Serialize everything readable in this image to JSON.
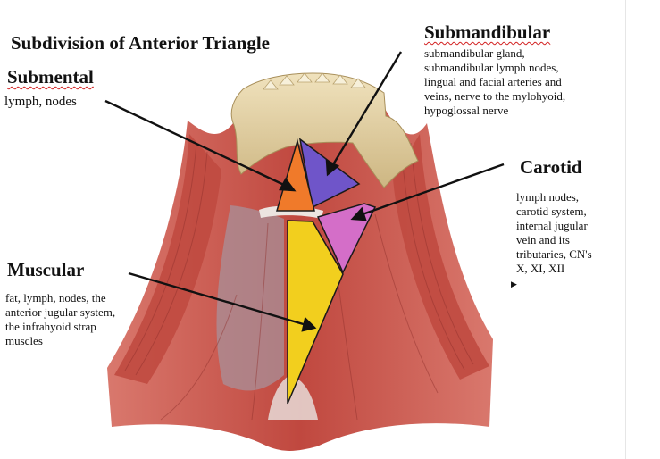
{
  "title": "Subdivision of Anterior Triangle",
  "regions": {
    "submental": {
      "heading": "Submental",
      "contents": "lymph, nodes",
      "color": "#f07a2a"
    },
    "submandibular": {
      "heading": "Submandibular",
      "contents_lines": [
        "submandibular gland,",
        "submandibular lymph nodes,",
        "lingual and facial arteries and",
        "veins, nerve to the mylohyoid,",
        "hypoglossal nerve"
      ],
      "color": "#6f55c9"
    },
    "carotid": {
      "heading": "Carotid",
      "contents_lines": [
        "lymph nodes,",
        "carotid system,",
        "internal jugular",
        "vein and its",
        "tributaries, CN's",
        "X, XI, XII"
      ],
      "color": "#d46ec8"
    },
    "muscular": {
      "heading": "Muscular",
      "contents_lines": [
        "fat, lymph, nodes, the",
        "anterior jugular system,",
        "the infrahyoid strap",
        "muscles"
      ],
      "color": "#f2cf1e"
    }
  },
  "colors": {
    "muscle": "#c4534a",
    "muscle_dark": "#8e2f2b",
    "bone": "#e6d3a3",
    "fascia": "#b8a3a8"
  }
}
